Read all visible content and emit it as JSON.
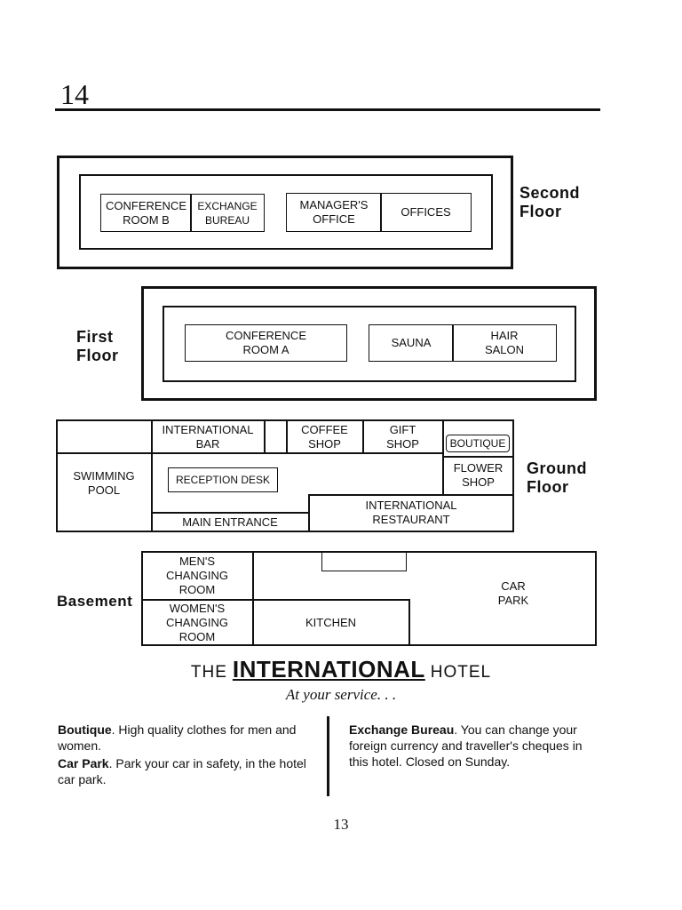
{
  "page_number_top": "14",
  "page_number_bottom": "13",
  "floors": {
    "second": {
      "label": "Second\nFloor",
      "rooms": {
        "conference_b": "CONFERENCE\nROOM B",
        "exchange_bureau": "EXCHANGE\nBUREAU",
        "managers_office": "MANAGER'S\nOFFICE",
        "offices": "OFFICES"
      }
    },
    "first": {
      "label": "First\nFloor",
      "rooms": {
        "conference_a": "CONFERENCE\nROOM A",
        "sauna": "SAUNA",
        "hair_salon": "HAIR\nSALON"
      }
    },
    "ground": {
      "label": "Ground\nFloor",
      "rooms": {
        "international_bar": "INTERNATIONAL\nBAR",
        "coffee_shop": "COFFEE\nSHOP",
        "gift_shop": "GIFT\nSHOP",
        "boutique": "BOUTIQUE",
        "swimming_pool": "SWIMMING\nPOOL",
        "reception_desk": "RECEPTION DESK",
        "flower_shop": "FLOWER\nSHOP",
        "international_restaurant": "INTERNATIONAL\nRESTAURANT",
        "main_entrance": "MAIN ENTRANCE"
      }
    },
    "basement": {
      "label": "Basement",
      "rooms": {
        "mens_changing": "MEN'S\nCHANGING\nROOM",
        "womens_changing": "WOMEN'S\nCHANGING\nROOM",
        "kitchen": "KITCHEN",
        "car_park": "CAR\nPARK"
      }
    }
  },
  "hotel": {
    "the": "THE",
    "name": "INTERNATIONAL",
    "hotel": "HOTEL",
    "tagline": "At your service. . ."
  },
  "descriptions": {
    "boutique_term": "Boutique",
    "boutique_text": ". High quality clothes for men and women.",
    "carpark_term": "Car Park",
    "carpark_text": ". Park your car in safety, in the hotel car park.",
    "exchange_term": "Exchange Bureau",
    "exchange_text": ". You can change your foreign currency and traveller's cheques in this hotel. Closed on Sunday."
  }
}
